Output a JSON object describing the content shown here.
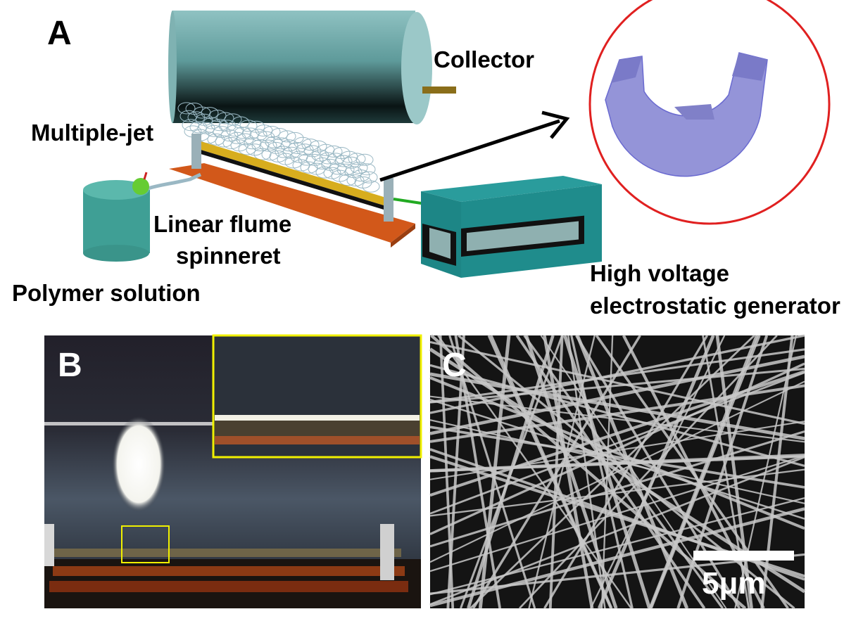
{
  "panel_a": {
    "letter": "A",
    "labels": {
      "collector": "Collector",
      "multiple_jet": "Multiple-jet",
      "linear_flume_1": "Linear flume",
      "linear_flume_2": "spinneret",
      "polymer_solution": "Polymer solution",
      "hv_1": "High voltage",
      "hv_2": "electrostatic generator"
    }
  },
  "panel_b": {
    "letter": "B"
  },
  "panel_c": {
    "letter": "C",
    "scale_bar": "5μm"
  },
  "colors": {
    "collector": "#8ec1c1",
    "base": "#d2581a",
    "flume": "#d7ad1e",
    "generator": "#1f8c8c",
    "cross_section": "#9494d8",
    "circle": "#e02020",
    "inset_frame": "#f0f000"
  }
}
